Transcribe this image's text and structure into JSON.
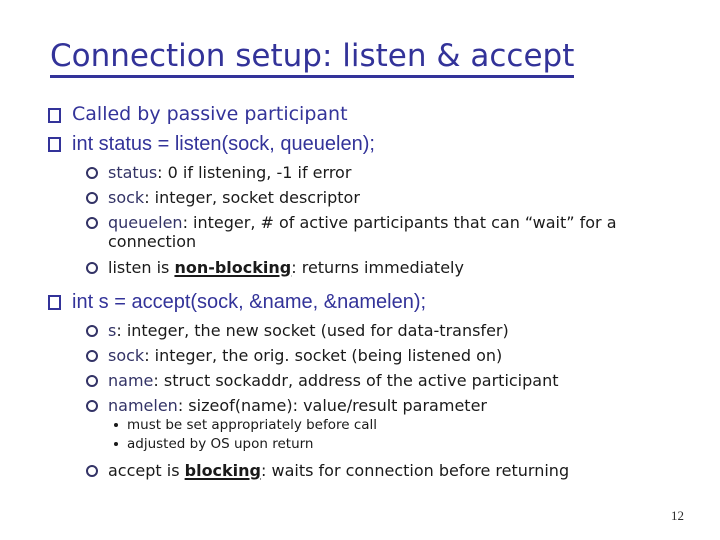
{
  "slide": {
    "title": "Connection setup: listen & accept",
    "page_number": "12"
  },
  "colors": {
    "title": "#333399",
    "keyword": "#333366",
    "bullet2": "#333366",
    "body_text": "#1a1a1a",
    "background": "#ffffff"
  },
  "content": {
    "items": [
      {
        "level": 1,
        "runs": [
          {
            "text": "Called by passive participant",
            "style": "navy"
          }
        ]
      },
      {
        "level": 1,
        "runs": [
          {
            "text": "int status = listen(sock, queuelen);",
            "style": "code"
          }
        ]
      },
      {
        "level": 2,
        "runs": [
          {
            "text": "status",
            "style": "keyword"
          },
          {
            "text": ": 0 if listening, -1 if error",
            "style": "plain"
          }
        ]
      },
      {
        "level": 2,
        "runs": [
          {
            "text": "sock",
            "style": "keyword"
          },
          {
            "text": ": integer, socket descriptor",
            "style": "plain"
          }
        ]
      },
      {
        "level": 2,
        "runs": [
          {
            "text": "queuelen",
            "style": "keyword"
          },
          {
            "text": ": integer, # of active participants that can “wait” for a connection",
            "style": "plain"
          }
        ]
      },
      {
        "level": 2,
        "runs": [
          {
            "text": "listen is ",
            "style": "plain"
          },
          {
            "text": "non-blocking",
            "style": "emph"
          },
          {
            "text": ": returns immediately",
            "style": "plain"
          }
        ]
      },
      {
        "level": 1,
        "runs": [
          {
            "text": "int s = accept(sock, &name, &namelen);",
            "style": "code"
          }
        ]
      },
      {
        "level": 2,
        "runs": [
          {
            "text": "s",
            "style": "keyword"
          },
          {
            "text": ": integer, the new socket (used for data-transfer)",
            "style": "plain"
          }
        ]
      },
      {
        "level": 2,
        "runs": [
          {
            "text": "sock",
            "style": "keyword"
          },
          {
            "text": ": integer, the orig. socket (being listened on)",
            "style": "plain"
          }
        ]
      },
      {
        "level": 2,
        "runs": [
          {
            "text": "name",
            "style": "keyword"
          },
          {
            "text": ": struct sockaddr, address of the active participant",
            "style": "plain"
          }
        ]
      },
      {
        "level": 2,
        "runs": [
          {
            "text": "namelen",
            "style": "keyword"
          },
          {
            "text": ": sizeof(name): value/result parameter",
            "style": "plain"
          }
        ]
      },
      {
        "level": 3,
        "runs": [
          {
            "text": "must be set appropriately before call",
            "style": "plain"
          }
        ]
      },
      {
        "level": 3,
        "runs": [
          {
            "text": "adjusted by OS upon return",
            "style": "plain"
          }
        ]
      },
      {
        "level": 2,
        "runs": [
          {
            "text": "accept is ",
            "style": "plain"
          },
          {
            "text": "blocking",
            "style": "emph"
          },
          {
            "text": ": waits for connection before returning",
            "style": "plain"
          }
        ]
      }
    ]
  }
}
